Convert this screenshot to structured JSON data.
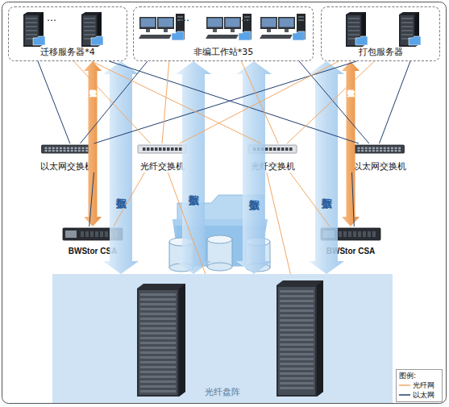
{
  "diagram": {
    "nodes": [
      {
        "text": [
          "迁移服务器*4"
        ]
      },
      {
        "text": [
          "非编工作站*35"
        ]
      },
      {
        "text": [
          "打包服务器"
        ]
      },
      {
        "text": [
          "以太网交换机"
        ]
      },
      {
        "text": [
          "光纤交换机"
        ]
      },
      {
        "text": [
          "光纤交换机"
        ]
      },
      {
        "text": [
          "以太网交换机"
        ]
      },
      {
        "text": [
          "BWStor CSA"
        ]
      },
      {
        "text": [
          "BWStor CSA"
        ]
      },
      {
        "text": [
          "光纤盘阵"
        ]
      }
    ],
    "edges": [
      {
        "from": 0,
        "to": 9,
        "arrow": "both",
        "label": "数据"
      },
      {
        "from": 1,
        "to": 9,
        "arrow": "both",
        "label": "数据"
      },
      {
        "from": 1,
        "to": 9,
        "arrow": "both",
        "label": "数据"
      },
      {
        "from": 2,
        "to": 9,
        "arrow": "both",
        "label": "数据"
      },
      {
        "from": 0,
        "to": 7,
        "arrow": "both",
        "label": "元数据"
      },
      {
        "from": 2,
        "to": 8,
        "arrow": "both",
        "label": "元数据"
      },
      {
        "from": 0,
        "to": 3,
        "arrow": "none"
      },
      {
        "from": 1,
        "to": 3,
        "arrow": "none"
      },
      {
        "from": 2,
        "to": 3,
        "arrow": "none"
      },
      {
        "from": 0,
        "to": 6,
        "arrow": "none"
      },
      {
        "from": 1,
        "to": 6,
        "arrow": "none"
      },
      {
        "from": 2,
        "to": 6,
        "arrow": "none"
      },
      {
        "from": 0,
        "to": 4,
        "arrow": "none"
      },
      {
        "from": 1,
        "to": 4,
        "arrow": "none"
      },
      {
        "from": 2,
        "to": 4,
        "arrow": "none"
      },
      {
        "from": 0,
        "to": 5,
        "arrow": "none"
      },
      {
        "from": 1,
        "to": 5,
        "arrow": "none"
      },
      {
        "from": 2,
        "to": 5,
        "arrow": "none"
      },
      {
        "from": 3,
        "to": 7,
        "arrow": "none"
      },
      {
        "from": 6,
        "to": 8,
        "arrow": "none"
      },
      {
        "from": 4,
        "to": 7,
        "arrow": "none"
      },
      {
        "from": 4,
        "to": 9,
        "arrow": "none"
      },
      {
        "from": 5,
        "to": 8,
        "arrow": "none"
      },
      {
        "from": 5,
        "to": 9,
        "arrow": "none"
      }
    ],
    "labels": [
      "…",
      "…",
      "…",
      "图例:"
    ],
    "legend": [
      {
        "text": "光纤网"
      },
      {
        "text": "以太网"
      }
    ]
  }
}
